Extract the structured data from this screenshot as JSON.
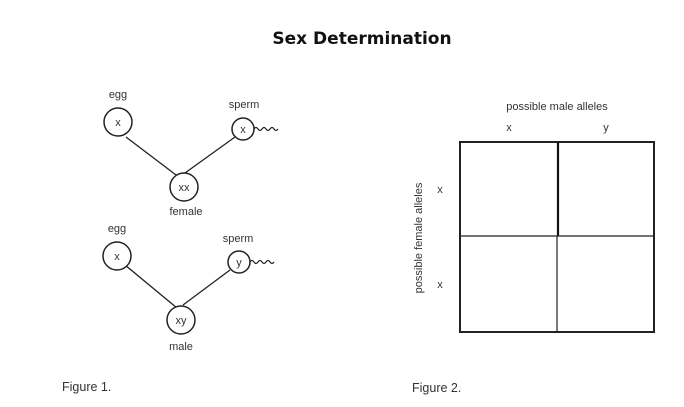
{
  "title": "Sex Determination",
  "figure1": {
    "caption": "Figure 1.",
    "female_cross": {
      "egg_label": "egg",
      "egg_allele": "x",
      "sperm_label": "sperm",
      "sperm_allele": "x",
      "offspring_genotype": "xx",
      "offspring_label": "female"
    },
    "male_cross": {
      "egg_label": "egg",
      "egg_allele": "x",
      "sperm_label": "sperm",
      "sperm_allele": "y",
      "offspring_genotype": "xy",
      "offspring_label": "male"
    }
  },
  "figure2": {
    "caption": "Figure 2.",
    "column_axis_label": "possible male alleles",
    "column_alleles": [
      "x",
      "y"
    ],
    "row_axis_label": "possible female alleles",
    "row_alleles": [
      "x",
      "x"
    ],
    "cells": [
      [
        "",
        ""
      ],
      [
        "",
        ""
      ]
    ]
  }
}
